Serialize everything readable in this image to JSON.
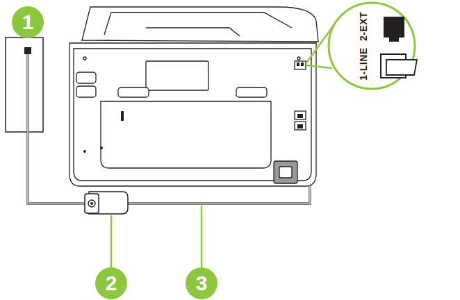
{
  "diagram": {
    "labels": [
      "1",
      "2",
      "3",
      "2-EXT",
      "1-LINE"
    ]
  }
}
